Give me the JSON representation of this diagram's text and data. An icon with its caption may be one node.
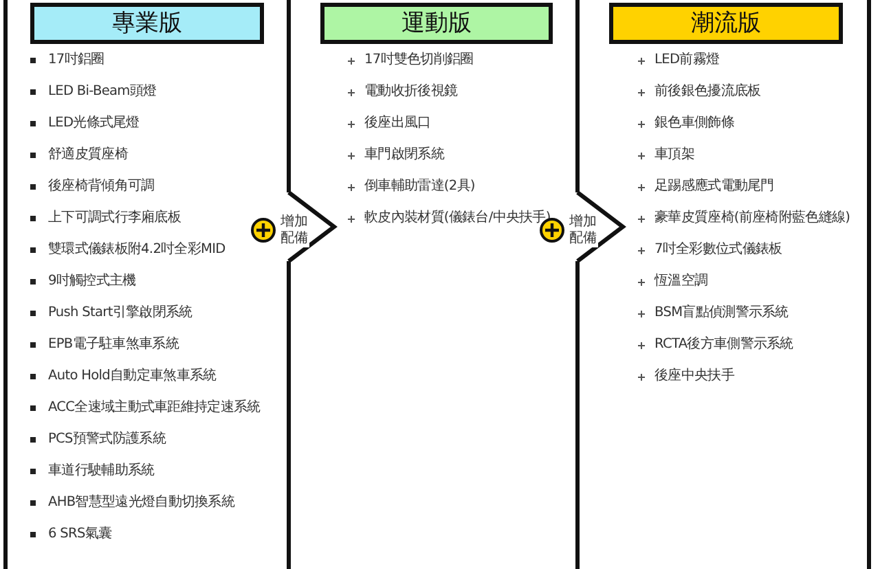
{
  "diagram": {
    "nodes": [
      {
        "text": [
          "專業版",
          "17吋鋁圈",
          "LED Bi-Beam頭燈",
          "LED光條式尾燈",
          "舒適皮質座椅",
          "後座椅背傾角可調",
          "上下可調式行李廂底板",
          "雙環式儀錶板附4.2吋全彩MID",
          "9吋觸控式主機",
          "Push Start引擎啟閉系統",
          "EPB電子駐車煞車系統",
          "Auto Hold自動定車煞車系統",
          "ACC全速域主動式車距維持定速系統",
          "PCS預警式防護系統",
          "車道行駛輔助系統",
          "AHB智慧型遠光燈自動切換系統",
          "6 SRS氣囊"
        ]
      },
      {
        "text": [
          "運動版",
          "17吋雙色切削鋁圈",
          "電動收折後視鏡",
          "後座出風口",
          "車門啟閉系統",
          "倒車輔助雷達(2具)",
          "軟皮內裝材質(儀錶台/中央扶手)"
        ]
      },
      {
        "text": [
          "潮流版",
          "LED前霧燈",
          "前後銀色擾流底板",
          "銀色車側飾條",
          "車頂架",
          "足踢感應式電動尾門",
          "豪華皮質座椅(前座椅附藍色縫線)",
          "7吋全彩數位式儀錶板",
          "恆溫空調",
          "BSM盲點偵測警示系統",
          "RCTA後方車側警示系統",
          "後座中央扶手"
        ]
      }
    ],
    "edges": [
      {
        "from": 0,
        "to": 1,
        "arrow": "to",
        "label": "增加配備"
      },
      {
        "from": 1,
        "to": 2,
        "arrow": "to",
        "label": "增加配備"
      }
    ]
  }
}
